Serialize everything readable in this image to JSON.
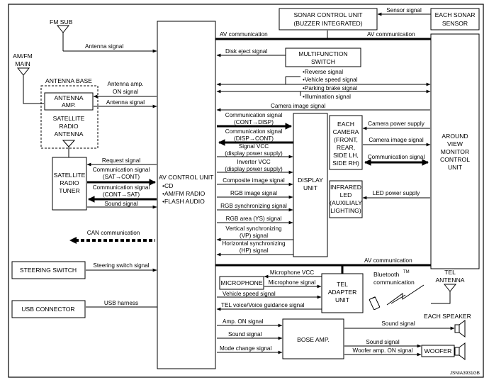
{
  "units": {
    "sonar_control": [
      "SONAR CONTROL UNIT",
      "(BUZZER INTEGRATED)"
    ],
    "each_sonar_sensor": [
      "EACH SONAR",
      "SENSOR"
    ],
    "fm_sub": "FM SUB",
    "am_fm_main": [
      "AM/FM",
      "MAIN"
    ],
    "antenna_base": "ANTENNA BASE",
    "antenna_amp": [
      "ANTENNA",
      "AMP."
    ],
    "satellite_radio_antenna": [
      "SATELLITE",
      "RADIO",
      "ANTENNA"
    ],
    "satellite_radio_tuner": [
      "SATELLITE",
      "RADIO",
      "TUNER"
    ],
    "av_control_unit": [
      "AV CONTROL UNIT",
      "•CD",
      "•AM/FM RADIO",
      "•FLASH AUDIO"
    ],
    "multifunction_switch": [
      "MULTIFUNCTION",
      "SWITCH"
    ],
    "display_unit": [
      "DISPLAY",
      "UNIT"
    ],
    "each_camera": [
      "EACH",
      "CAMERA",
      "(FRONT,",
      "REAR,",
      "SIDE LH,",
      "SIDE RH)"
    ],
    "infrared_led": [
      "INFRARED",
      "LED",
      "(AUXILIALY",
      "LIGHTING)"
    ],
    "around_view_monitor": [
      "AROUND",
      "VIEW",
      "MONITOR",
      "CONTROL",
      "UNIT"
    ],
    "steering_switch": "STEERING SWITCH",
    "usb_connector": "USB CONNECTOR",
    "microphone": "MICROPHONE",
    "tel_adapter": [
      "TEL",
      "ADAPTER",
      "UNIT"
    ],
    "bluetooth": [
      "Bluetooth",
      "TM",
      "communication"
    ],
    "tel_antenna": [
      "TEL",
      "ANTENNA"
    ],
    "bose_amp": "BOSE AMP.",
    "each_speaker": "EACH SPEAKER",
    "woofer": "WOOFER"
  },
  "signals": {
    "sensor_signal": "Sensor signal",
    "av_comm": "AV communication",
    "antenna_signal": "Antenna signal",
    "disk_eject": "Disk eject signal",
    "antenna_amp_on": [
      "Antenna amp.",
      "ON signal"
    ],
    "antenna_signal_2": "Antenna signal",
    "reverse": "•Reverse signal",
    "vehicle_speed": "•Vehicle speed signal",
    "parking_brake": "•Parking brake signal",
    "illumination": "•Illumination signal",
    "camera_image": "Camera image signal",
    "comm_cont_disp": [
      "Communication signal",
      "(CONT→DISP)"
    ],
    "comm_disp_cont": [
      "Communication signal",
      "(DISP→CONT)"
    ],
    "signal_vcc": [
      "Signal VCC",
      "(display power supply)"
    ],
    "inverter_vcc": [
      "Inverter VCC",
      "(display power supply)"
    ],
    "composite_image": "Composite image signal",
    "rgb_image": "RGB image signal",
    "rgb_sync": "RGB synchronizing signal",
    "rgb_area": "RGB area (YS) signal",
    "vertical_sync": [
      "Vertical synchronizing",
      "(VP) signal"
    ],
    "horizontal_sync": [
      "Horizontal synchronizing",
      "(HP) signal"
    ],
    "camera_power": "Camera power supply",
    "camera_image_2": "Camera image signal",
    "communication": "Communication signal",
    "led_power": "LED power supply",
    "request": "Request signal",
    "comm_sat_cont": [
      "Communication signal",
      "(SAT→CONT)"
    ],
    "comm_cont_sat": [
      "Communication signal",
      "(CONT→SAT)"
    ],
    "sound_signal": "Sound signal",
    "can_comm": "CAN communication",
    "steering_switch_signal": "Steering switch signal",
    "usb_harness": "USB harness",
    "microphone_vcc": "Microphone VCC",
    "microphone_signal": "Microphone signal",
    "vehicle_speed_signal": "Vehicle speed signal",
    "tel_voice": "TEL voice/Voice guidance signal",
    "amp_on": "Amp. ON signal",
    "sound_signal_2": "Sound signal",
    "mode_change": "Mode change signal",
    "sound_signal_3": "Sound signal",
    "sound_signal_4": "Sound signal",
    "woofer_amp_on": "Woofer amp. ON signal"
  },
  "figure_id": "JSNIA3931GB"
}
